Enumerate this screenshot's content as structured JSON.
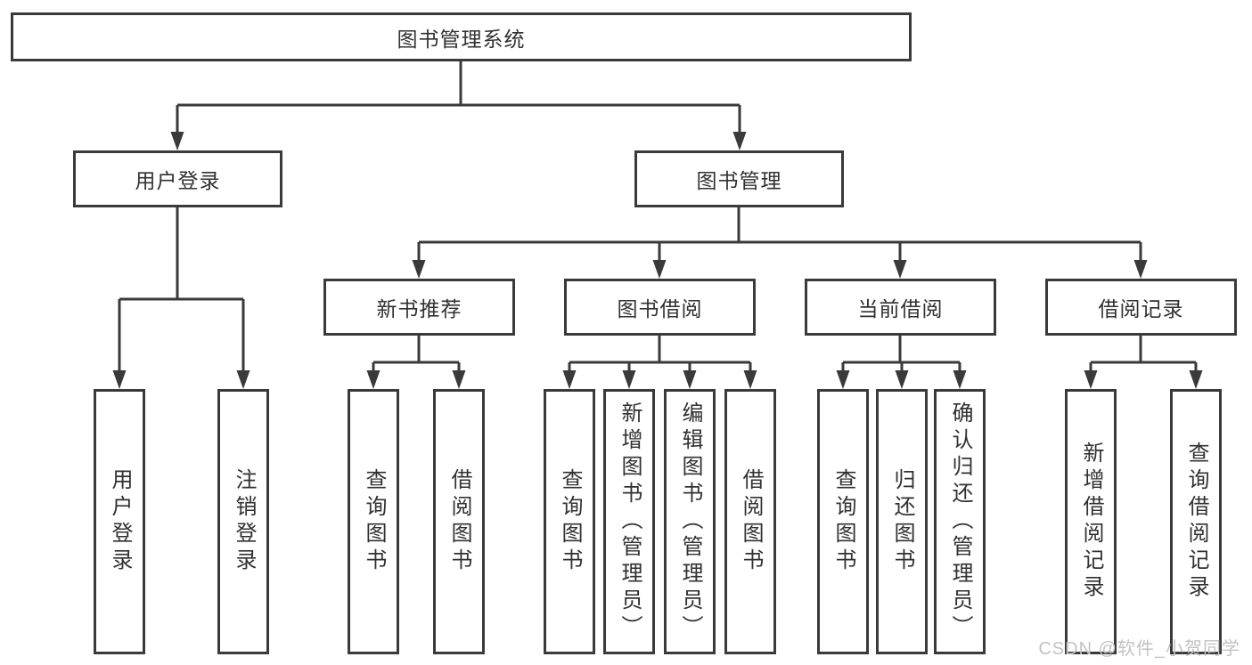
{
  "tree": {
    "root": {
      "label": "图书管理系统"
    },
    "branches": [
      {
        "label": "用户登录",
        "children": [
          {
            "label": "用户登录"
          },
          {
            "label": "注销登录"
          }
        ]
      },
      {
        "label": "图书管理",
        "groups": [
          {
            "label": "新书推荐",
            "children": [
              {
                "label": "查询图书"
              },
              {
                "label": "借阅图书"
              }
            ]
          },
          {
            "label": "图书借阅",
            "children": [
              {
                "label": "查询图书"
              },
              {
                "label": "新增图书（管理员）"
              },
              {
                "label": "编辑图书（管理员）"
              },
              {
                "label": "借阅图书"
              }
            ]
          },
          {
            "label": "当前借阅",
            "children": [
              {
                "label": "查询图书"
              },
              {
                "label": "归还图书"
              },
              {
                "label": "确认归还（管理员）"
              }
            ]
          },
          {
            "label": "借阅记录",
            "children": [
              {
                "label": "新增借阅记录"
              },
              {
                "label": "查询借阅记录"
              }
            ]
          }
        ]
      }
    ]
  },
  "watermark": "CSDN @软件_小贺同学",
  "colors": {
    "line": "#3a3a3a",
    "text": "#313131",
    "watermark": "#c2c2c2",
    "background": "#ffffff"
  }
}
